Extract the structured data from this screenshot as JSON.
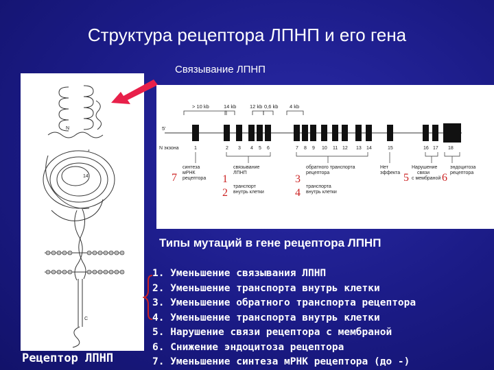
{
  "slide": {
    "title": "Структура рецептора ЛПНП и его гена",
    "subtitle": "Связывание ЛПНП",
    "mutations_title": "Типы мутаций в гене рецептора ЛПНП",
    "mutation_list": [
      "1. Уменьшение связывания ЛПНП",
      "2. Уменьшение транспорта внутрь клетки",
      "3. Уменьшение обратного транспорта рецептора",
      "4. Уменьшение транспорта внутрь клетки",
      "5. Нарушение связи рецептора с мембраной",
      "6. Снижение эндоцитоза рецептора",
      "7. Уменьшение синтеза мРНК рецептора (до -)"
    ],
    "receptor_label": "Рецептор ЛПНП",
    "arrow_color": "#e8204a",
    "accent_red": "#cc2222"
  },
  "gene": {
    "kb_labels": [
      "> 10 kb",
      "14 kb",
      "12 kb",
      "0,6 kb",
      "4 kb"
    ],
    "end_label": "5'",
    "exon_row_label": "N экзона",
    "exon_numbers": [
      "1",
      "2",
      "3",
      "4",
      "5",
      "6",
      "7",
      "8",
      "9",
      "10",
      "11",
      "12",
      "13",
      "14",
      "15",
      "16",
      "17",
      "18"
    ],
    "red_numbers": [
      "7",
      "1",
      "2",
      "3",
      "4",
      "5",
      "6"
    ],
    "notes": {
      "n7": [
        "синтеза",
        "мРНК",
        "рецептора"
      ],
      "n1": [
        "связывание",
        "ЛПНП"
      ],
      "n2": [
        "транспорт",
        "внутрь клетки"
      ],
      "n3": [
        "обратного транспорта",
        "рецептора"
      ],
      "n4": [
        "транспорта",
        "внутрь клетки"
      ],
      "none": [
        "Нет",
        "эффекта"
      ],
      "n5": [
        "Нарушение",
        "связи",
        "с мембраной"
      ],
      "n6": [
        "эндоцитоза",
        "рецептора"
      ]
    }
  },
  "receptor": {
    "n_label": "N",
    "c_label": "C",
    "marks": [
      "14",
      "*"
    ]
  }
}
